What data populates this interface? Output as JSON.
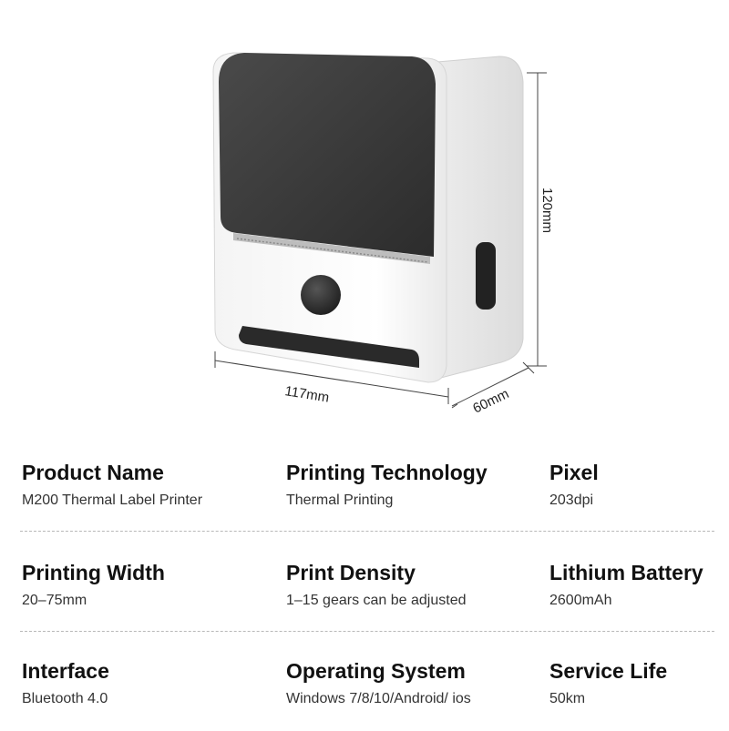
{
  "product_image": {
    "dimensions": {
      "height": "120mm",
      "width": "117mm",
      "depth": "60mm"
    }
  },
  "specs": {
    "rows": [
      [
        {
          "title": "Product Name",
          "value": "M200 Thermal Label Printer"
        },
        {
          "title": "Printing Technology",
          "value": "Thermal Printing"
        },
        {
          "title": "Pixel",
          "value": "203dpi"
        }
      ],
      [
        {
          "title": "Printing Width",
          "value": "20–75mm"
        },
        {
          "title": "Print Density",
          "value": "1–15 gears can be adjusted"
        },
        {
          "title": "Lithium Battery",
          "value": "2600mAh"
        }
      ],
      [
        {
          "title": "Interface",
          "value": "Bluetooth 4.0"
        },
        {
          "title": "Operating System",
          "value": "Windows 7/8/10/Android/ ios"
        },
        {
          "title": "Service Life",
          "value": "50km"
        }
      ]
    ]
  }
}
